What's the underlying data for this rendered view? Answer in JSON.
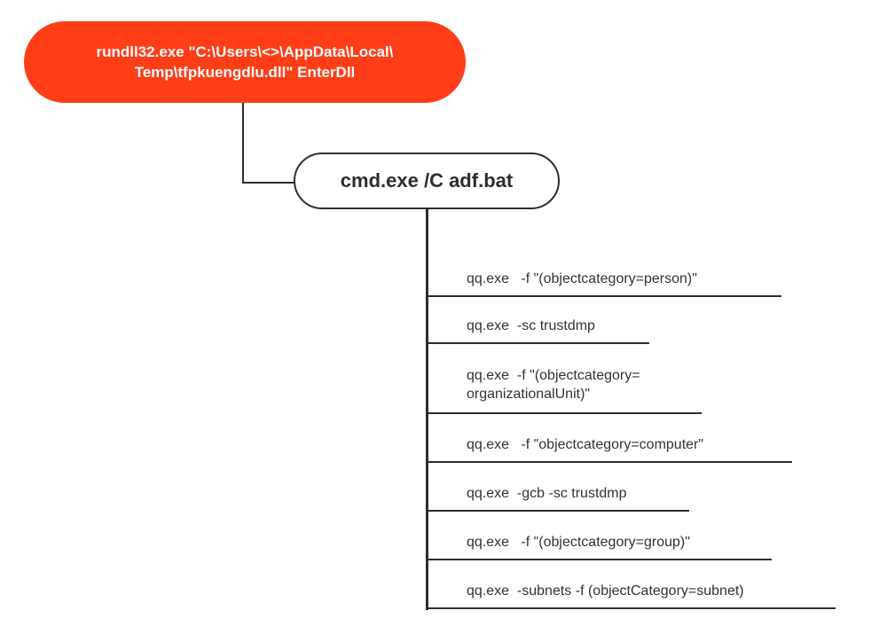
{
  "root": {
    "label": "rundll32.exe \"C:\\Users\\<>\\AppData\\Local\\\nTemp\\tfpkuengdlu.dll\" EnterDll"
  },
  "child": {
    "label": "cmd.exe /C adf.bat"
  },
  "leaves": [
    "qq.exe   -f \"(objectcategory=person)\"",
    "qq.exe  -sc trustdmp",
    "qq.exe  -f \"(objectcategory=\norganizationalUnit)\"",
    "qq.exe   -f \"objectcategory=computer\"",
    "qq.exe  -gcb -sc trustdmp",
    "qq.exe   -f \"(objectcategory=group)\"",
    "qq.exe  -subnets -f (objectCategory=subnet)"
  ],
  "colors": {
    "root_fill": "#ff3d17",
    "line": "#2d2d2d"
  }
}
